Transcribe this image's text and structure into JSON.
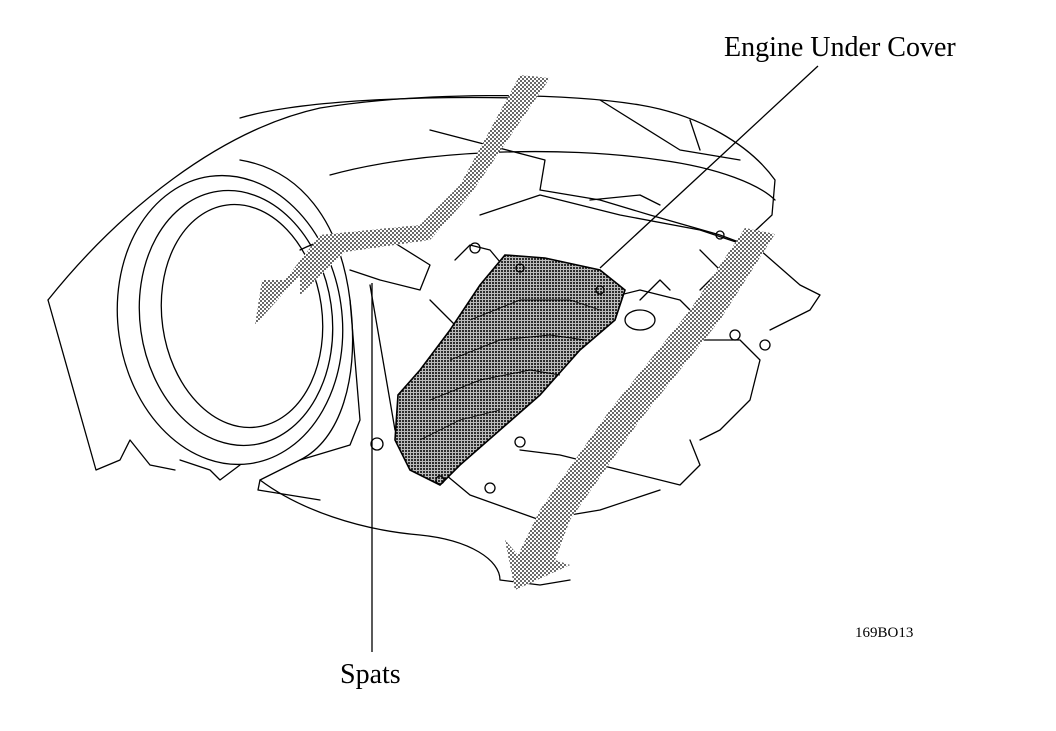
{
  "labels": {
    "engine_under_cover": "Engine Under Cover",
    "spats": "Spats",
    "figure_code": "169BO13"
  },
  "colors": {
    "line": "#000000",
    "background": "#ffffff",
    "shading": "#555555"
  }
}
